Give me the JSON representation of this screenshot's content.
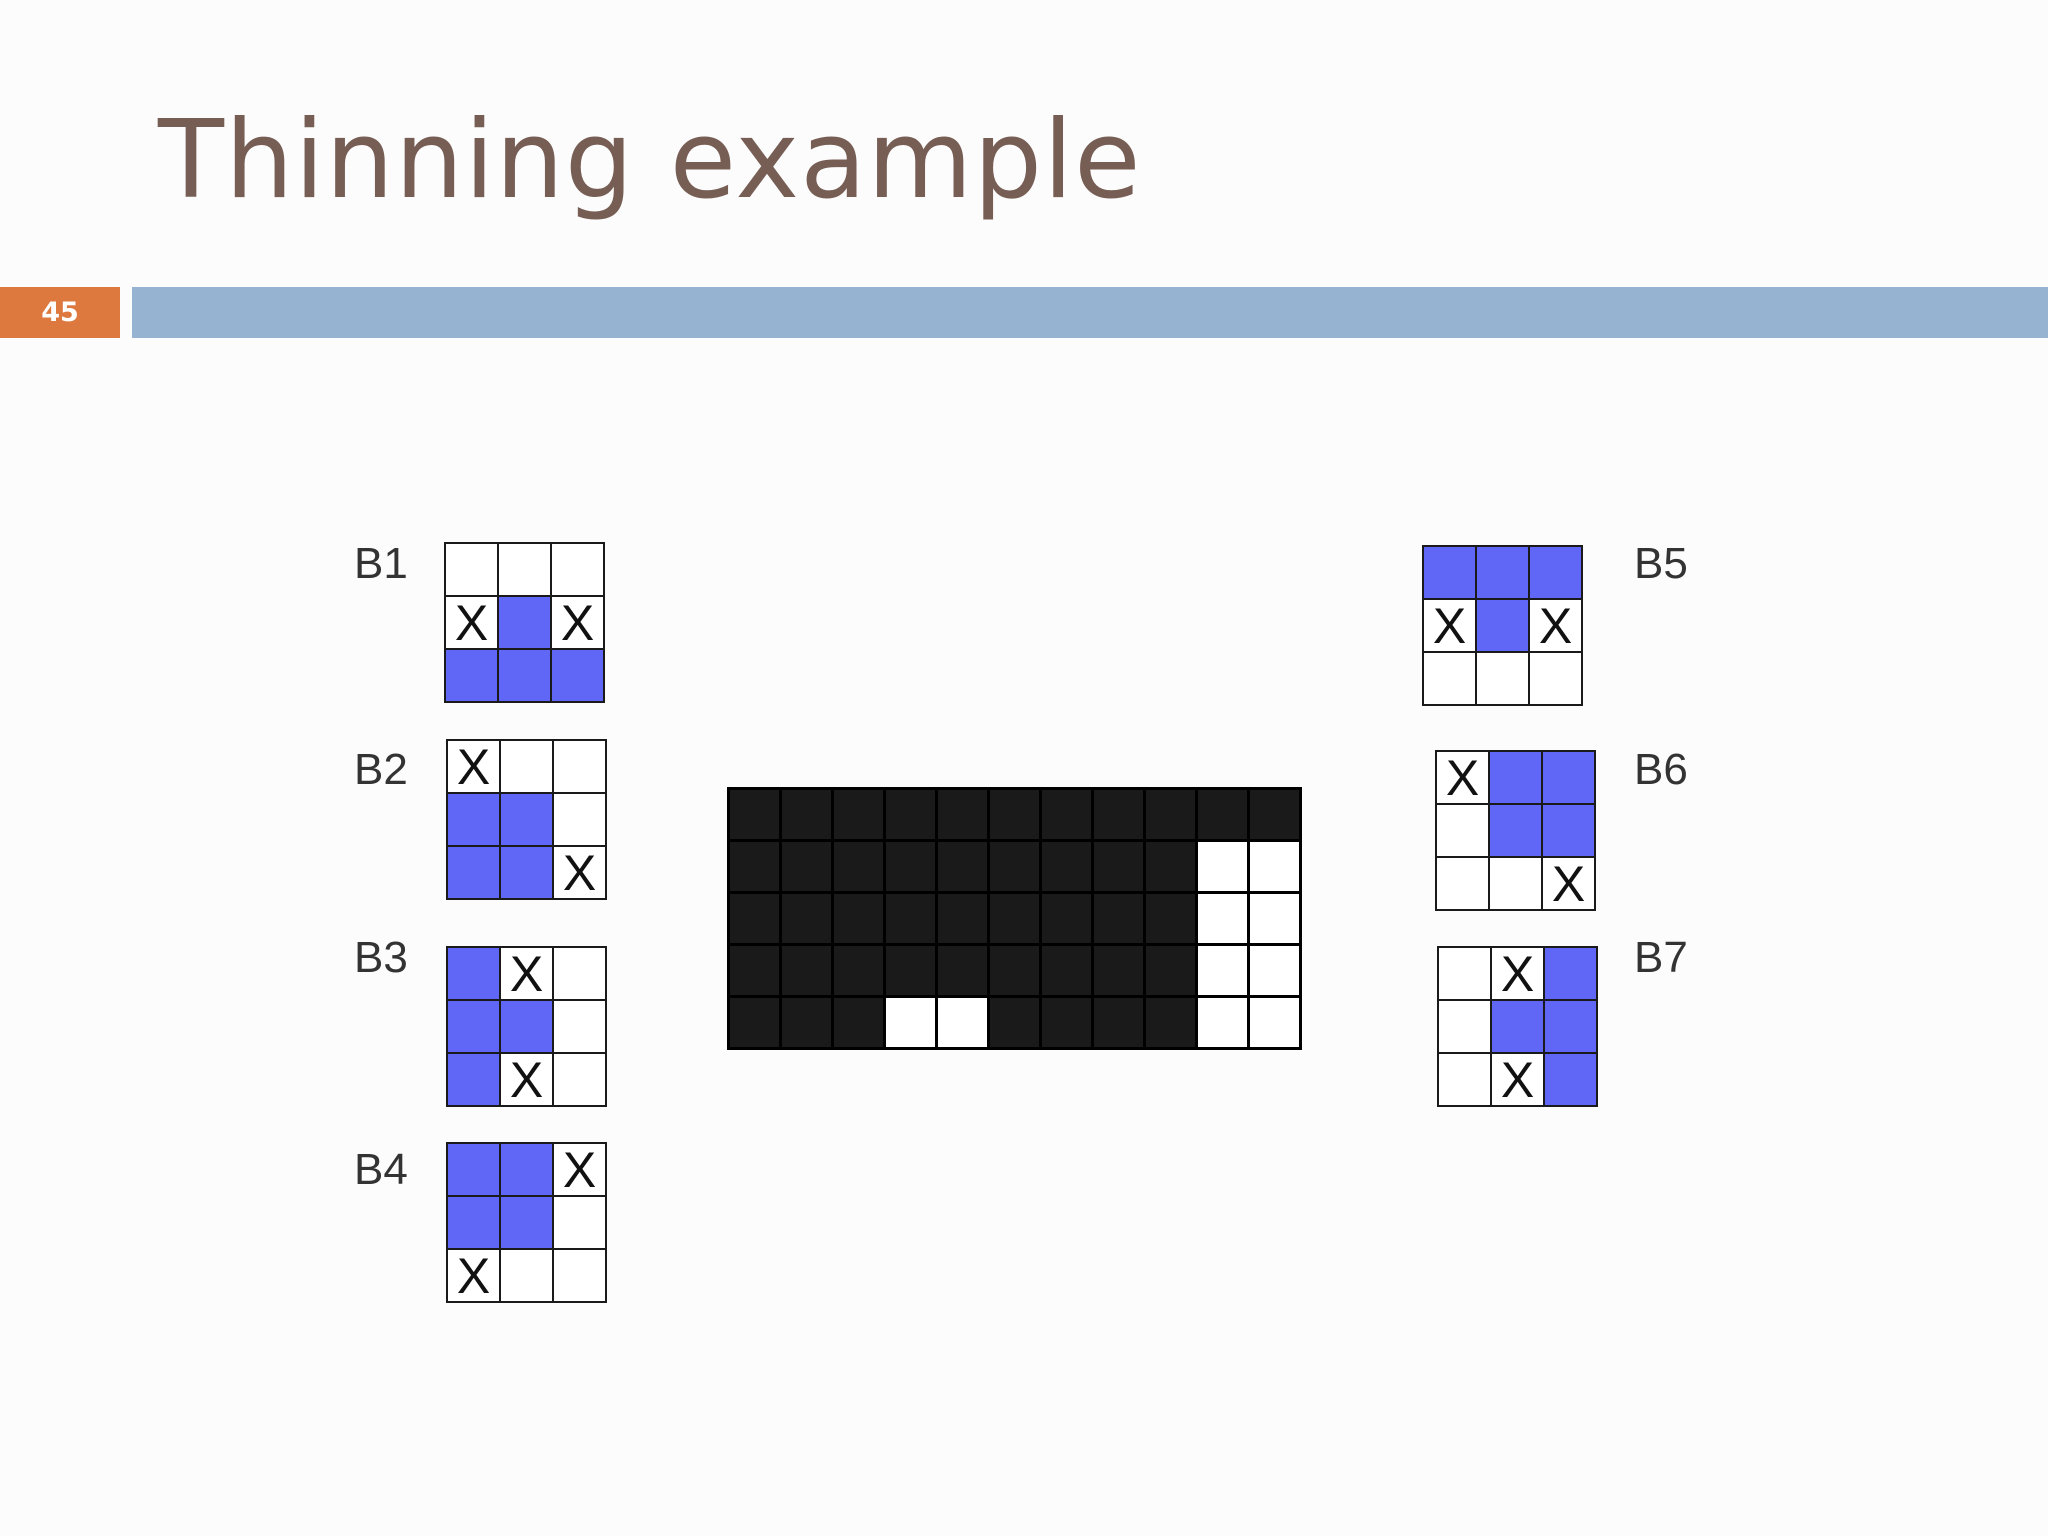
{
  "slide": {
    "title": "Thinning example",
    "page_number": "45"
  },
  "colors": {
    "title": "#765e55",
    "badge": "#dd783f",
    "header_bar": "#96b4d1",
    "foreground": "#6066f5",
    "image_black": "#1a1a1a"
  },
  "elements": [
    {
      "label": "B1",
      "cells": [
        [
          "",
          "",
          ""
        ],
        [
          "X",
          "1",
          "X"
        ],
        [
          "1",
          "1",
          "1"
        ]
      ]
    },
    {
      "label": "B2",
      "cells": [
        [
          "X",
          "",
          ""
        ],
        [
          "1",
          "1",
          ""
        ],
        [
          "1",
          "1",
          "X"
        ]
      ]
    },
    {
      "label": "B3",
      "cells": [
        [
          "1",
          "X",
          ""
        ],
        [
          "1",
          "1",
          ""
        ],
        [
          "1",
          "X",
          ""
        ]
      ]
    },
    {
      "label": "B4",
      "cells": [
        [
          "1",
          "1",
          "X"
        ],
        [
          "1",
          "1",
          ""
        ],
        [
          "X",
          "",
          ""
        ]
      ]
    },
    {
      "label": "B5",
      "cells": [
        [
          "1",
          "1",
          "1"
        ],
        [
          "X",
          "1",
          "X"
        ],
        [
          "",
          "",
          ""
        ]
      ]
    },
    {
      "label": "B6",
      "cells": [
        [
          "X",
          "1",
          "1"
        ],
        [
          "",
          "1",
          "1"
        ],
        [
          "",
          "",
          "X"
        ]
      ]
    },
    {
      "label": "B7",
      "cells": [
        [
          "",
          "X",
          "1"
        ],
        [
          "",
          "1",
          "1"
        ],
        [
          "",
          "X",
          "1"
        ]
      ]
    }
  ],
  "image": {
    "rows": [
      "00000000000",
      "00000000011",
      "00000000011",
      "00000000011",
      "00011000011"
    ]
  }
}
